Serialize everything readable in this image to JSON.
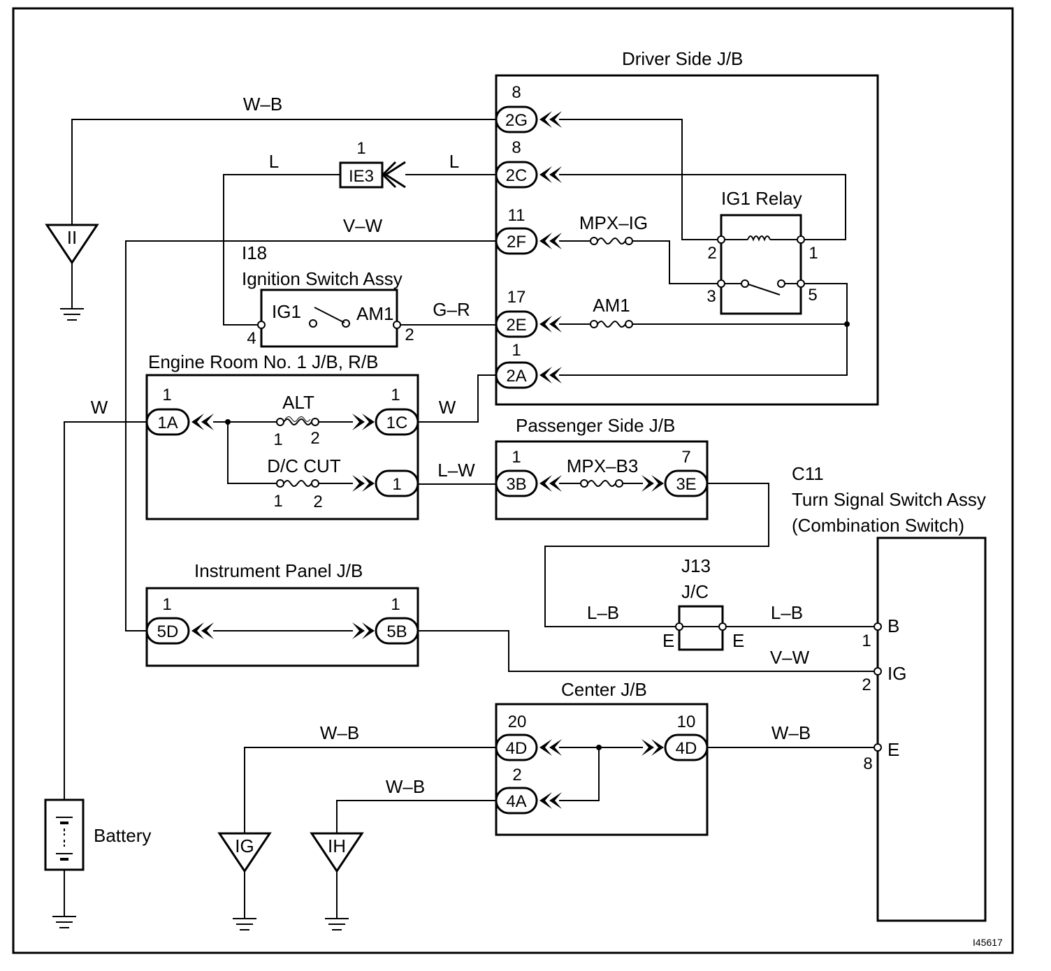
{
  "components": {
    "driver_jb": "Driver Side J/B",
    "ig1_relay": "IG1 Relay",
    "ignition_switch_code": "I18",
    "ignition_switch": "Ignition Switch Assy",
    "engine_room_jb": "Engine Room No. 1 J/B, R/B",
    "passenger_jb": "Passenger Side J/B",
    "instrument_jb": "Instrument Panel J/B",
    "center_jb": "Center J/B",
    "turn_switch_code": "C11",
    "turn_switch_line1": "Turn Signal Switch Assy",
    "turn_switch_line2": "(Combination Switch)",
    "jc_code": "J13",
    "jc_label": "J/C",
    "battery": "Battery",
    "figure_id": "I45617"
  },
  "connectors": {
    "c2G": "2G",
    "c2C": "2C",
    "c2F": "2F",
    "c2E": "2E",
    "c2A": "2A",
    "IE3": "IE3",
    "c1A": "1A",
    "c1C": "1C",
    "c1": "1",
    "c3B": "3B",
    "c3E": "3E",
    "c5D": "5D",
    "c5B": "5B",
    "c4D_left": "4D",
    "c4D_right": "4D",
    "c4A": "4A"
  },
  "pins": {
    "p2G": "8",
    "p2C": "8",
    "p2F": "11",
    "p2E": "17",
    "p2A": "1",
    "pIE3": "1",
    "relay_2": "2",
    "relay_1": "1",
    "relay_3": "3",
    "relay_5": "5",
    "sw_4": "4",
    "sw_2": "2",
    "p1A": "1",
    "p1C": "1",
    "alt_1": "1",
    "alt_2": "2",
    "dc_1": "1",
    "dc_2": "2",
    "p3B": "1",
    "p3E": "7",
    "p5D": "1",
    "p5B": "1",
    "p4D_left": "20",
    "p4D_right": "10",
    "p4A": "2",
    "ts_B": "1",
    "ts_IG": "2",
    "ts_E": "8"
  },
  "terminals": {
    "ig1": "IG1",
    "am1": "AM1",
    "jc_left": "E",
    "jc_right": "E",
    "ts_B": "B",
    "ts_IG": "IG",
    "ts_E": "E"
  },
  "fuses": {
    "mpx_ig": "MPX–IG",
    "am1": "AM1",
    "alt": "ALT",
    "dc_cut": "D/C CUT",
    "mpx_b3": "MPX–B3"
  },
  "wires": {
    "w_top": "W–B",
    "l_left": "L",
    "l_right": "L",
    "vw_top": "V–W",
    "gr": "G–R",
    "w_batt": "W",
    "w_1c": "W",
    "lw": "L–W",
    "lb_left": "L–B",
    "lb_right": "L–B",
    "vw_bottom": "V–W",
    "wb_ig": "W–B",
    "wb_ih": "W–B",
    "wb_right": "W–B"
  },
  "grounds": {
    "II": "II",
    "IG": "IG",
    "IH": "IH"
  }
}
